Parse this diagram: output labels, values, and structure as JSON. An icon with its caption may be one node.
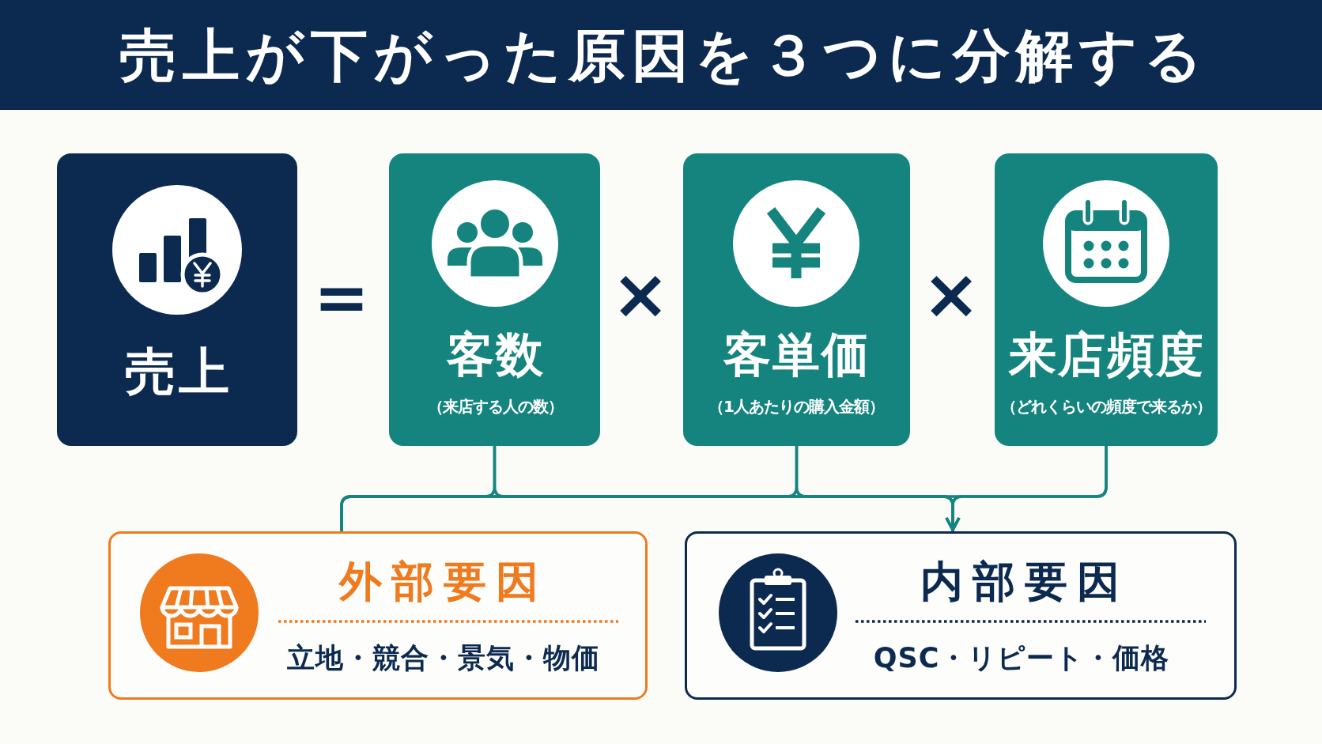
{
  "diagram": {
    "title": "売上が下がった原因を３つに分解する",
    "nodes": [
      {
        "text": [
          "売上"
        ]
      },
      {
        "text": [
          "客数",
          "（来店する人の数）"
        ]
      },
      {
        "text": [
          "客単価",
          "（1人あたりの購入金額）"
        ]
      },
      {
        "text": [
          "来店頻度",
          "（どれくらいの頻度で来るか）"
        ]
      },
      {
        "text": [
          "外部要因",
          "立地・競合・景気・物価"
        ]
      },
      {
        "text": [
          "内部要因",
          "QSC・リピート・価格"
        ]
      }
    ],
    "edges": [
      {
        "from": 1,
        "to": 4,
        "arrow": "none"
      },
      {
        "from": 2,
        "to": 4,
        "arrow": "none"
      },
      {
        "from": 3,
        "to": 4,
        "arrow": "none"
      },
      {
        "from": 1,
        "to": 5,
        "arrow": "to"
      },
      {
        "from": 2,
        "to": 5,
        "arrow": "to"
      },
      {
        "from": 3,
        "to": 5,
        "arrow": "to"
      }
    ],
    "labels": [
      "=",
      "×",
      "×"
    ]
  }
}
